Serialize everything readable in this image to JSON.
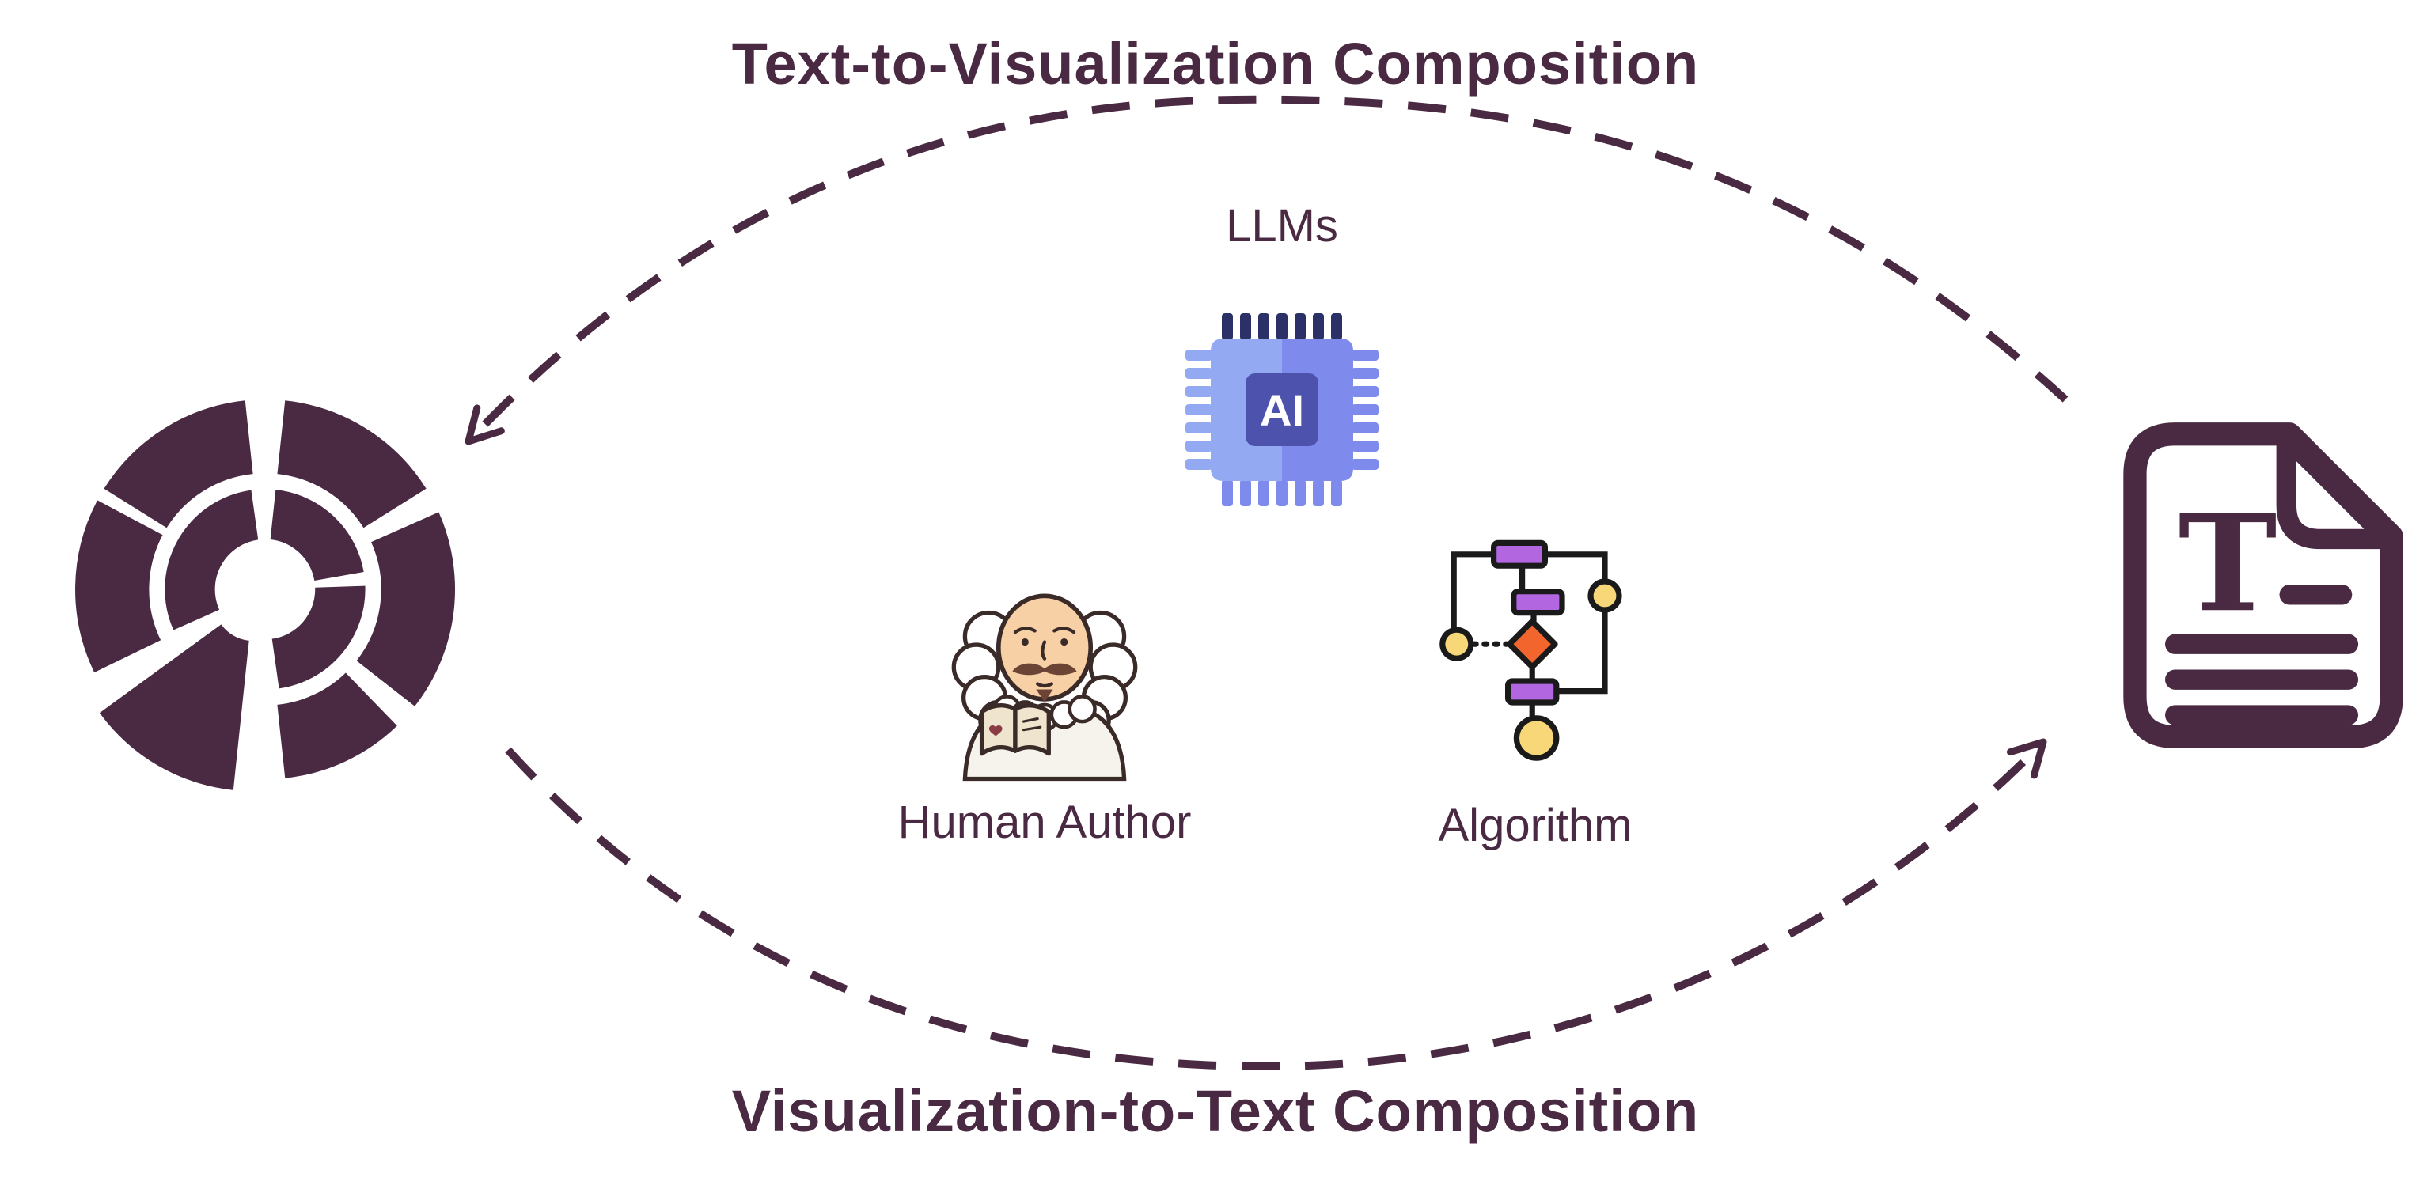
{
  "diagram": {
    "top_label": "Text-to-Visualization Composition",
    "bottom_label": "Visualization-to-Text Composition",
    "center": {
      "llms_label": "LLMs",
      "chip_text": "AI",
      "human_author_label": "Human Author",
      "algorithm_label": "Algorithm"
    },
    "icons": [
      "donut-chart-icon",
      "ai-chip-icon",
      "human-author-icon",
      "algorithm-flowchart-icon",
      "document-icon",
      "text-to-vis-arrow",
      "vis-to-text-arrow"
    ],
    "colors": {
      "primary": "#4a2a42",
      "chip_left": "#93aaf2",
      "chip_right": "#7e8bed",
      "chip_core": "#4d53ad",
      "chip_pin_dark": "#2b3166",
      "flow_purple": "#b266e0",
      "flow_orange": "#f2662d",
      "flow_yellow": "#f7d778",
      "flow_line": "#1a1a1a",
      "skin": "#f7d0a6",
      "outline": "#3a2a28",
      "book_page": "#efe4cd",
      "beard": "#6b4435"
    }
  }
}
